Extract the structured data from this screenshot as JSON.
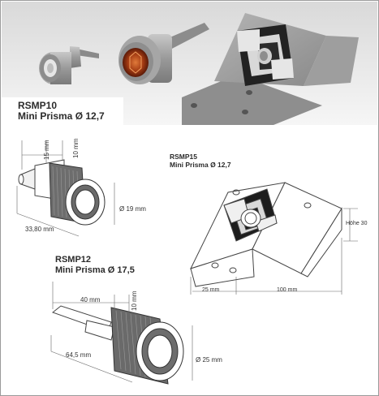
{
  "products": [
    {
      "code": "RSMP10",
      "name": "Mini Prisma Ø 12,7"
    },
    {
      "code": "RSMP15",
      "name": "Mini Prisma Ø 12,7"
    },
    {
      "code": "RSMP12",
      "name": "Mini Prisma Ø 17,5"
    }
  ],
  "dimensions": {
    "rsmp10": {
      "a": "15 mm",
      "b": "10 mm",
      "diameter": "Ø 19 mm",
      "length": "33,80 mm"
    },
    "rsmp15": {
      "height": "Höhe 30",
      "left": "25 mm",
      "right": "100 mm"
    },
    "rsmp12": {
      "a": "40 mm",
      "b": "10 mm",
      "length": "64,5 mm",
      "diameter": "Ø 25 mm"
    }
  }
}
